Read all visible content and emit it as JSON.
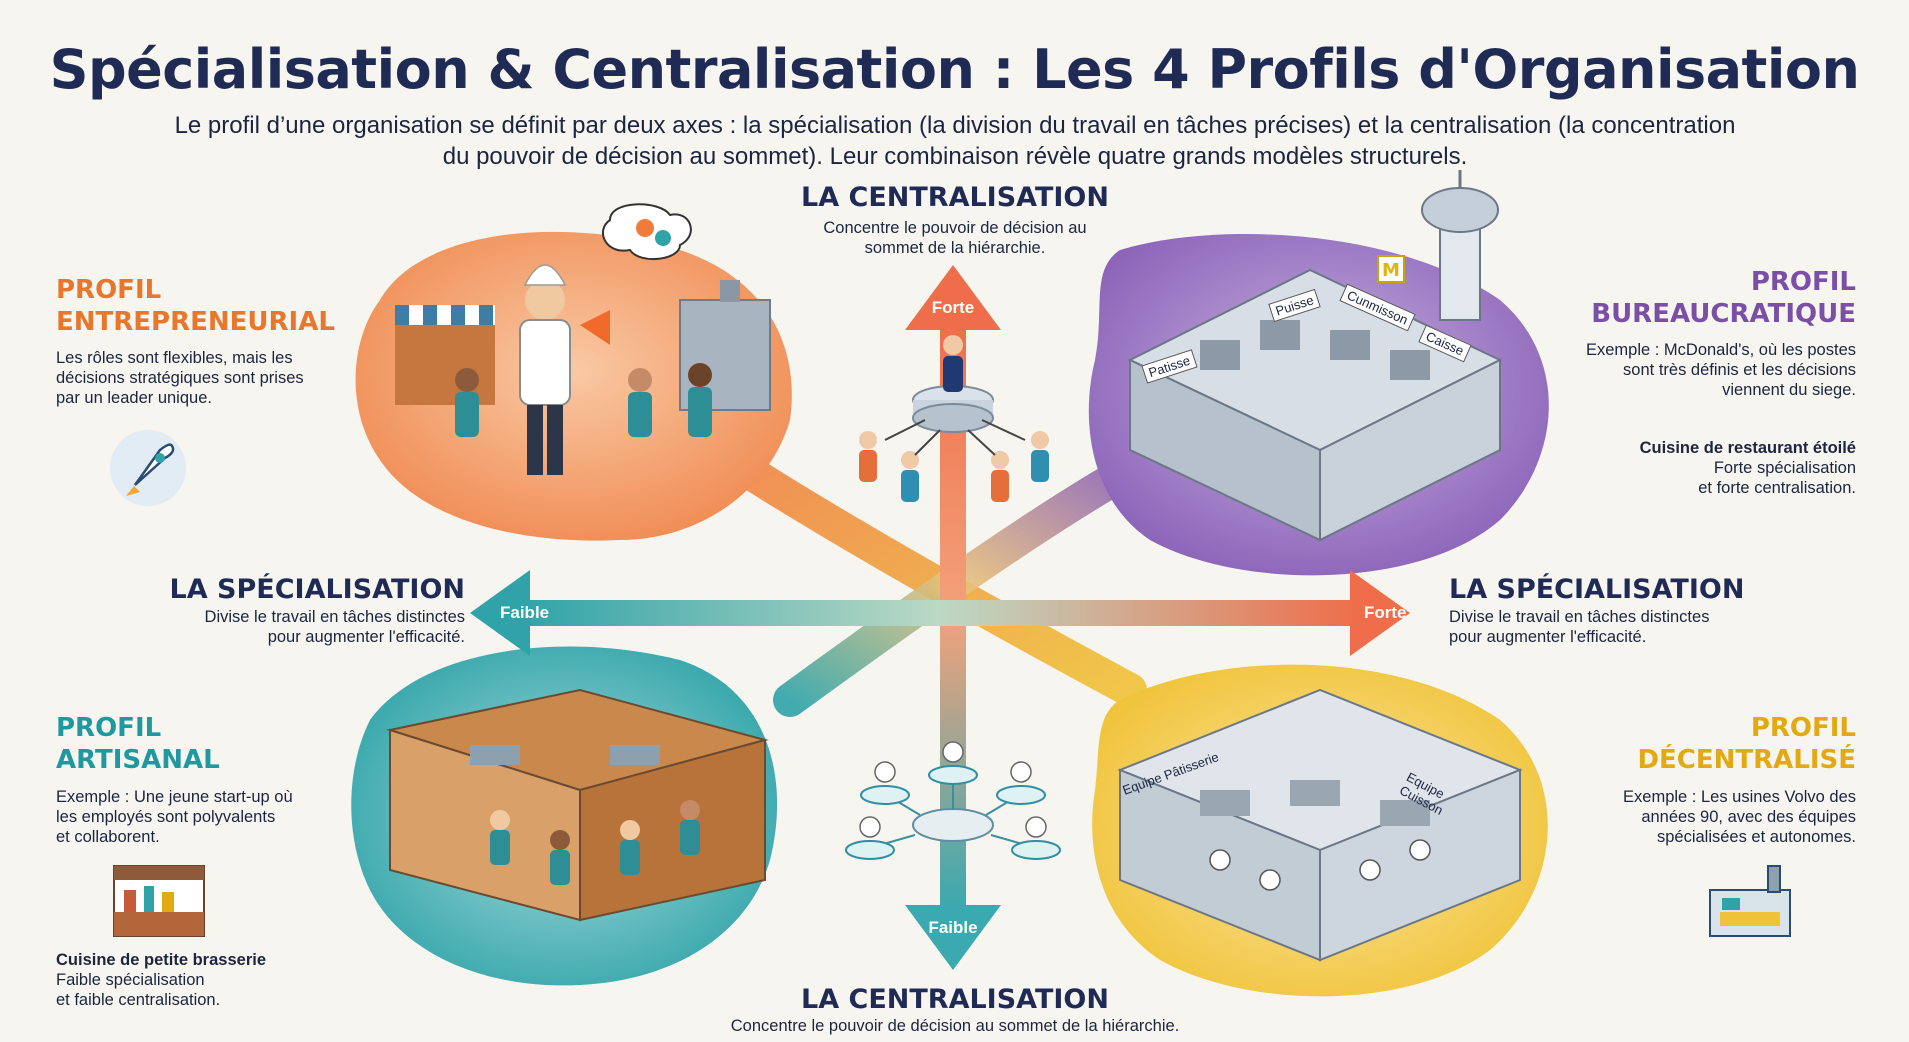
{
  "header": {
    "title": "Spécialisation & Centralisation : Les 4 Profils d'Organisation",
    "subtitle_line1": "Le profil d’une organisation se définit par deux axes : la spécialisation (la division du travail en tâches précises) et la centralisation (la concentration",
    "subtitle_line2": "du pouvoir de décision au sommet). Leur combinaison révèle quatre grands modèles structurels."
  },
  "axes": {
    "centralisation_top": {
      "title": "LA CENTRALISATION",
      "desc_line1": "Concentre le pouvoir de décision au",
      "desc_line2": "sommet de la hiérarchie.",
      "arrow_label": "Forte"
    },
    "centralisation_bottom": {
      "title": "LA CENTRALISATION",
      "desc_line1": "Concentre le pouvoir de décision au sommet de la hiérarchie.",
      "arrow_label": "Faible"
    },
    "specialisation_left": {
      "title": "LA SPÉCIALISATION",
      "desc_line1": "Divise le travail en tâches distinctes",
      "desc_line2": "pour augmenter l'efficacité.",
      "arrow_label": "Faible"
    },
    "specialisation_right": {
      "title": "LA SPÉCIALISATION",
      "desc_line1": "Divise le travail en tâches distinctes",
      "desc_line2": "pour augmenter l'efficacité.",
      "arrow_label": "Forte"
    }
  },
  "profiles": {
    "entrepreneurial": {
      "title_line1": "PROFIL",
      "title_line2": "ENTREPRENEURIAL",
      "text_line1": "Les rôles sont flexibles, mais les",
      "text_line2": "décisions stratégiques sont prises",
      "text_line3": "par un leader unique.",
      "icon": "rocket-icon",
      "color": "#e8762b"
    },
    "bureaucratique": {
      "title_line1": "PROFIL",
      "title_line2": "BUREAUCRATIQUE",
      "text_line1": "Exemple : McDonald's, où les postes",
      "text_line2": "sont très définis et les décisions",
      "text_line3": "viennent du siege.",
      "bold": "Cuisine de restaurant étoilé",
      "extra_line1": "Forte spécialisation",
      "extra_line2": "et forte centralisation.",
      "color": "#7a4fa6"
    },
    "artisanal": {
      "title_line1": "PROFIL",
      "title_line2": "ARTISANAL",
      "text_line1": "Exemple : Une jeune start-up où",
      "text_line2": "les employés sont polyvalents",
      "text_line3": "et collaborent.",
      "bold": "Cuisine de petite brasserie",
      "extra_line1": "Faible spécialisation",
      "extra_line2": "et faible centralisation.",
      "icon": "shop-icon",
      "color": "#1f98a0"
    },
    "decentralise": {
      "title_line1": "PROFIL",
      "title_line2": "DÉCENTRALISÉ",
      "text_line1": "Exemple : Les usines Volvo des",
      "text_line2": "années 90, avec des équipes",
      "text_line3": "spécialisées et autonomes.",
      "icon": "factory-icon",
      "color": "#e3a912"
    }
  },
  "scene_signs": {
    "bureau_1": "Patisse",
    "bureau_2": "Puisse",
    "bureau_3": "Cunmisson",
    "bureau_4": "Caisse",
    "decent_1": "Equipe Pâtisserie",
    "decent_2": "Equipe Cuisson"
  },
  "colors": {
    "orange": "#ef7d45",
    "purple": "#8a62b8",
    "teal": "#2fa3a8",
    "yellow": "#f0c237",
    "navy": "#1f2b55"
  }
}
